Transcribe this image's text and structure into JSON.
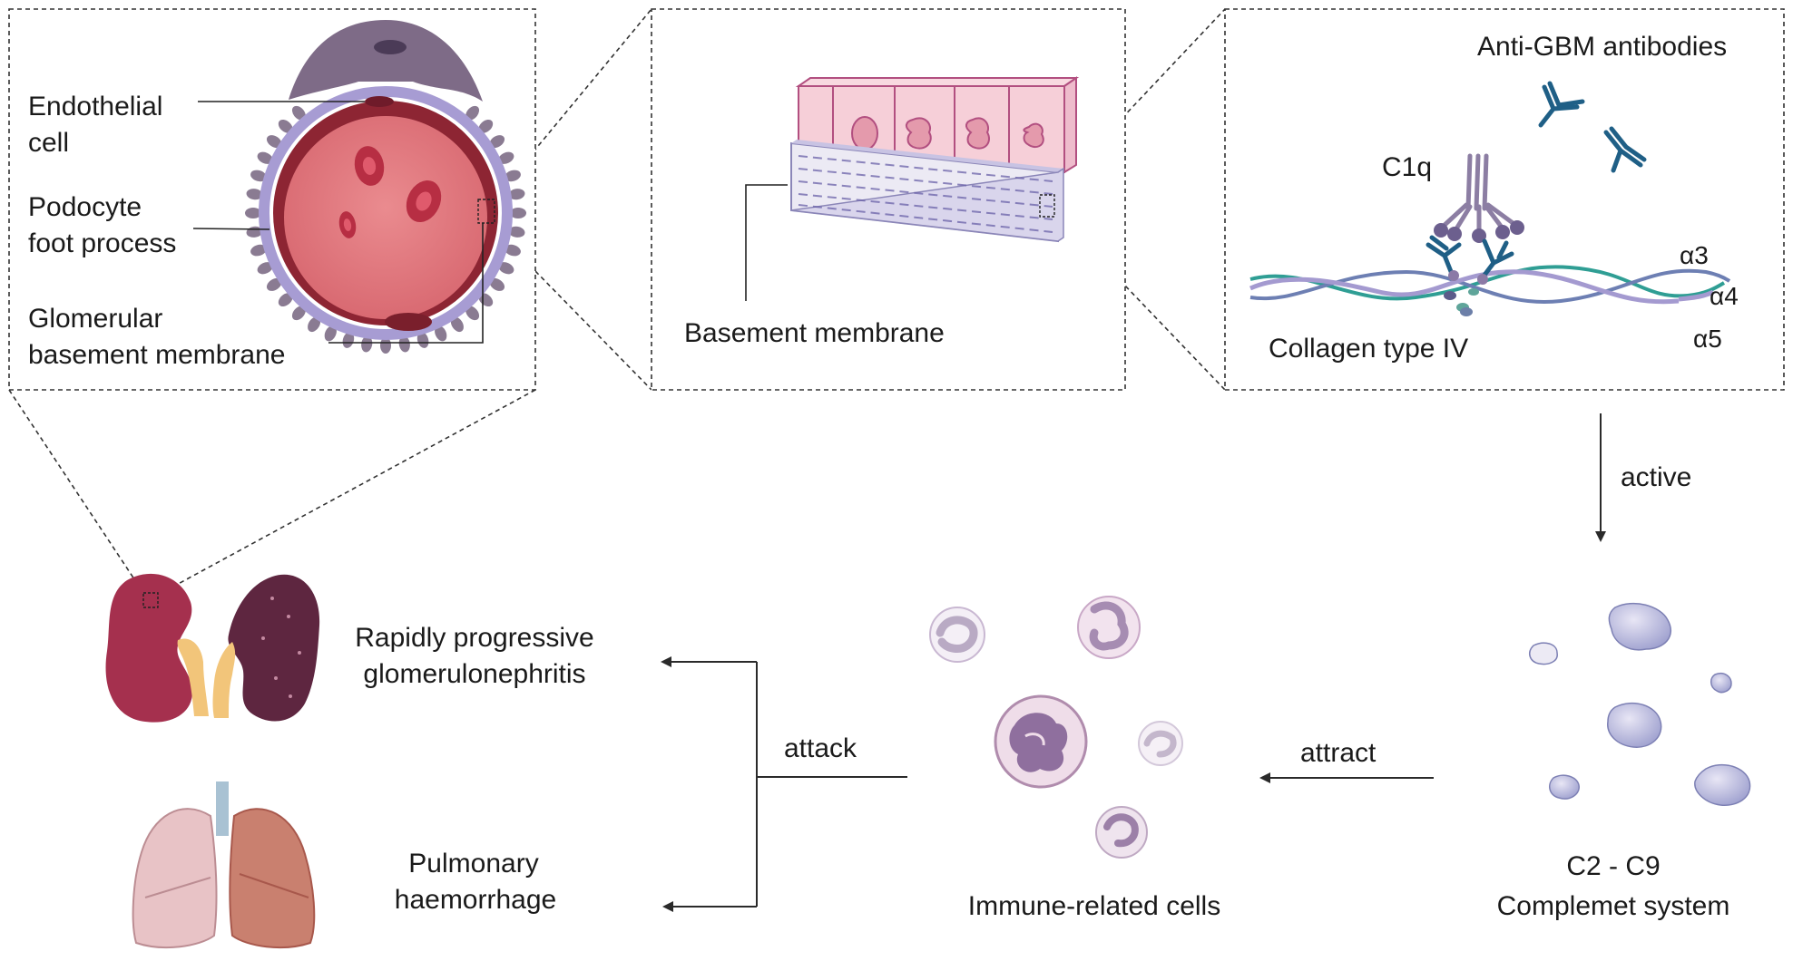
{
  "glomerulus_panel": {
    "endothelial_label_1": "Endothelial",
    "endothelial_label_2": "cell",
    "podocyte_label_1": "Podocyte",
    "podocyte_label_2": "foot process",
    "gbm_label_1": "Glomerular",
    "gbm_label_2": "basement membrane"
  },
  "membrane_panel": {
    "label": "Basement membrane"
  },
  "collagen_panel": {
    "antibodies_label": "Anti-GBM antibodies",
    "c1q_label": "C1q",
    "alpha3": "α3",
    "alpha4": "α4",
    "alpha5": "α5",
    "collagen_label": "Collagen type IV"
  },
  "flow": {
    "active_label": "active",
    "attract_label": "attract",
    "attack_label": "attack"
  },
  "complement": {
    "label_1": "C2 - C9",
    "label_2": "Complemet system"
  },
  "immune": {
    "label": "Immune-related cells"
  },
  "outcomes": {
    "kidney_label_1": "Rapidly progressive",
    "kidney_label_2": "glomerulonephritis",
    "lung_label_1": "Pulmonary",
    "lung_label_2": "haemorrhage"
  },
  "colors": {
    "capillary_fill": "#e17a7f",
    "capillary_rim": "#8e2431",
    "gbm_purple": "#a59ad0",
    "podocyte": "#7d6a86",
    "cell_pink": "#f4c4cd",
    "antibody_blue": "#1f5f86",
    "collagen_teal": "#2f9e94",
    "kidney": "#a5304e",
    "kidney_dark": "#5e2640",
    "lung": "#e8c3c6",
    "lung_dark": "#c9806f",
    "immune_purple": "#8f6f9e",
    "complement_blue": "#a6a9d6"
  }
}
